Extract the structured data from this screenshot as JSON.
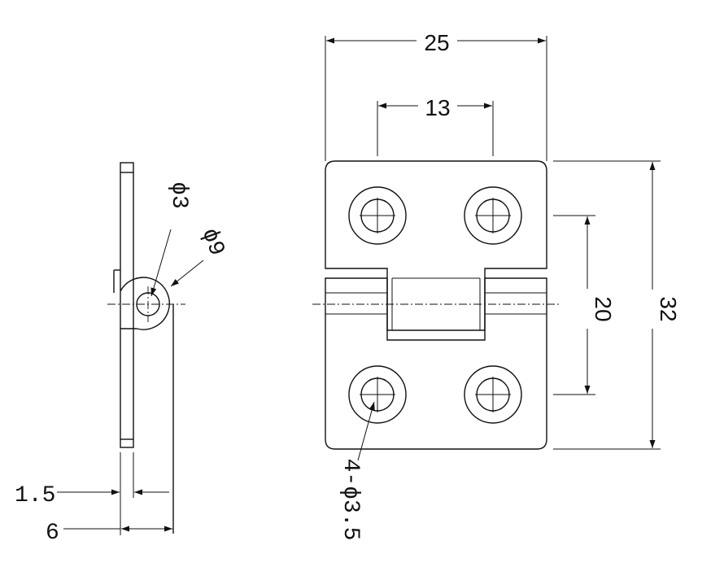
{
  "dimensions": {
    "width_top": "25",
    "hole_spacing_horizontal": "13",
    "hole_spacing_vertical": "20",
    "height_total": "32",
    "pin_diameter": "ϕ3",
    "knuckle_diameter": "ϕ9",
    "plate_thickness": "1.5",
    "hinge_depth": "6",
    "mounting_holes": "4-ϕ3.5"
  },
  "colors": {
    "line": "#111111",
    "background": "#ffffff"
  }
}
